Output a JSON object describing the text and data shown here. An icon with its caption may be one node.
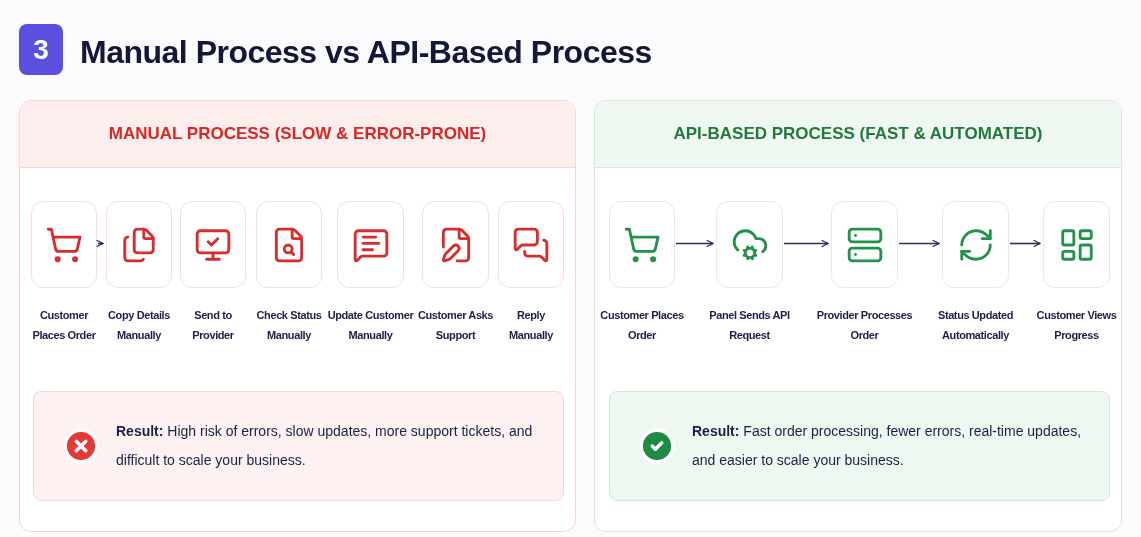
{
  "diagram": {
    "title": "Manual Process vs API-Based Process",
    "nodes": [
      {
        "text": [
          "MANUAL PROCESS (SLOW & ERROR-PRONE)"
        ]
      },
      {
        "text": [
          "Customer Places Order"
        ],
        "in": 0
      },
      {
        "text": [
          "Copy Details Manually"
        ],
        "in": 0
      },
      {
        "text": [
          "Send to Provider"
        ],
        "in": 0
      },
      {
        "text": [
          "Check Status Manually"
        ],
        "in": 0
      },
      {
        "text": [
          "Update Customer Manually"
        ],
        "in": 0
      },
      {
        "text": [
          "Customer Asks Support"
        ],
        "in": 0
      },
      {
        "text": [
          "Reply Manually"
        ],
        "in": 0
      },
      {
        "text": [
          "**Result:** High risk of errors, slow updates, more support tickets, and difficult to scale your business."
        ],
        "in": 0
      },
      {
        "text": [
          "API-BASED PROCESS (FAST & AUTOMATED)"
        ]
      },
      {
        "text": [
          "Customer Places Order"
        ],
        "in": 9
      },
      {
        "text": [
          "Panel Sends API Request"
        ],
        "in": 9
      },
      {
        "text": [
          "Provider Processes Order"
        ],
        "in": 9
      },
      {
        "text": [
          "Status Updated Automatically"
        ],
        "in": 9
      },
      {
        "text": [
          "Customer Views Progress"
        ],
        "in": 9
      },
      {
        "text": [
          "**Result:** Fast order processing, fewer errors, real-time updates, and easier to scale your business."
        ],
        "in": 9
      }
    ],
    "edges": [
      {
        "from": 1,
        "to": 2,
        "arrow": "to"
      },
      {
        "from": 10,
        "to": 11,
        "arrow": "to"
      },
      {
        "from": 11,
        "to": 12,
        "arrow": "to"
      },
      {
        "from": 12,
        "to": 13,
        "arrow": "to"
      },
      {
        "from": 13,
        "to": 14,
        "arrow": "to"
      }
    ],
    "labels": [
      "3"
    ]
  }
}
